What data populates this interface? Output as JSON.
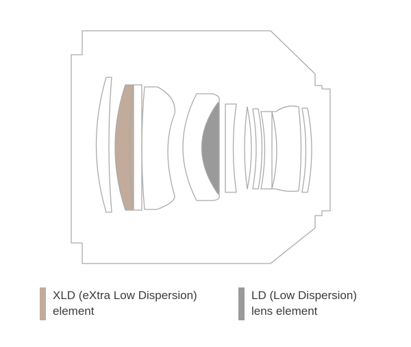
{
  "colors": {
    "outline": "#a9a9a9",
    "xld": "#c2ab9a",
    "ld": "#9a9a9a",
    "text": "#3a3a3a"
  },
  "legend": {
    "xld": {
      "line1": "XLD (eXtra Low Dispersion)",
      "line2": "element"
    },
    "ld": {
      "line1": "LD (Low Dispersion)",
      "line2": "lens element"
    }
  }
}
